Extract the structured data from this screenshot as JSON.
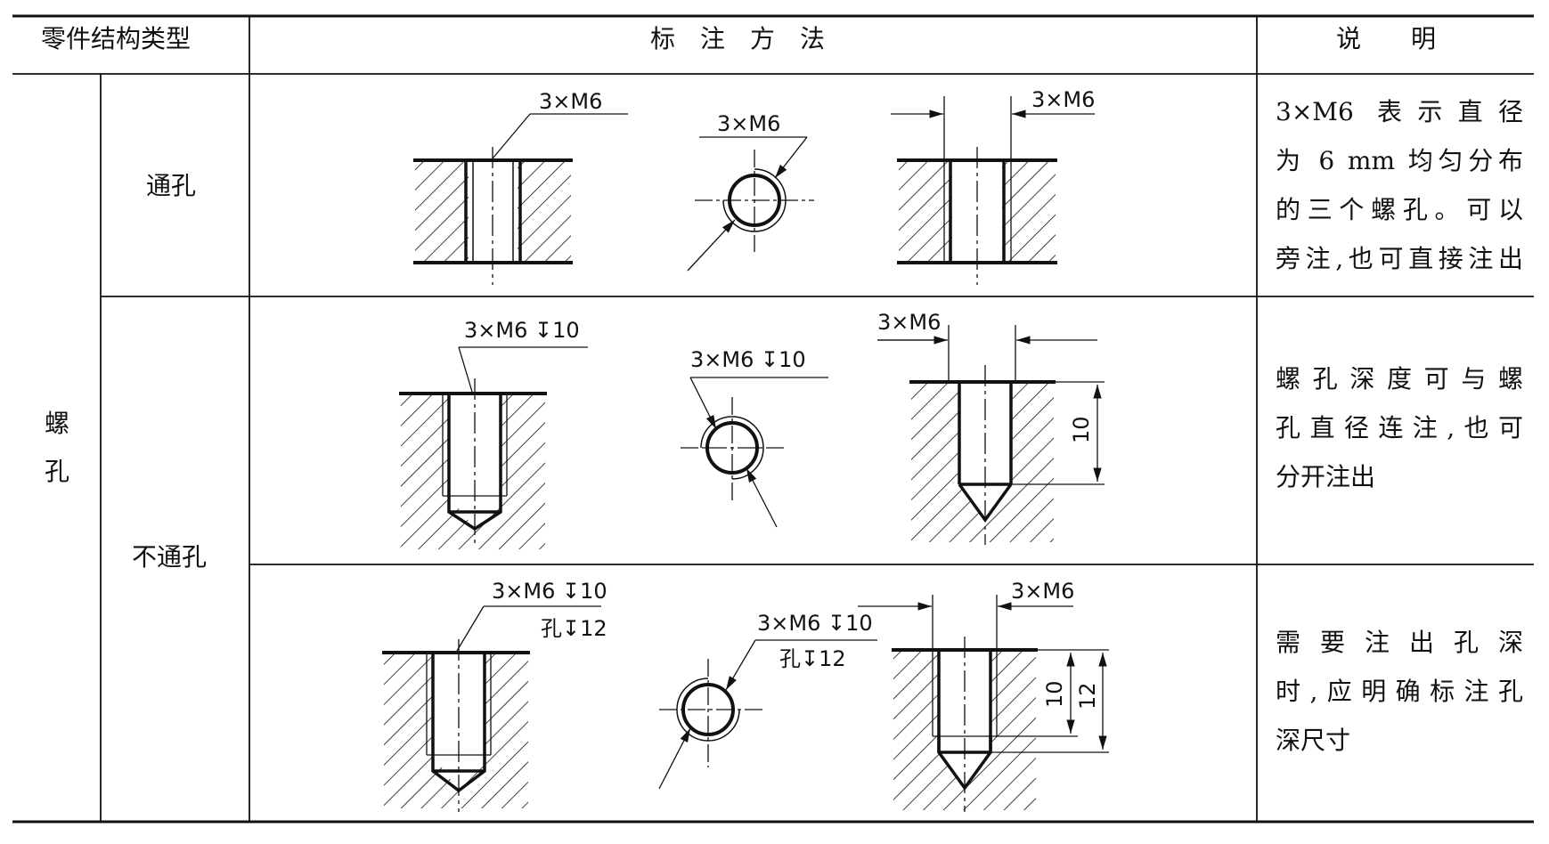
{
  "headers": {
    "col_type": "零件结构类型",
    "col_method": "标　注　方　法",
    "col_note": "说　　明"
  },
  "category": {
    "char1": "螺",
    "char2": "孔"
  },
  "rows": [
    {
      "subtype": "通孔",
      "note_lines": [
        "3×M6 表示直径",
        "为 6 mm 均匀分布",
        "的三个螺孔。可以",
        "旁注,也可直接注出"
      ],
      "labels": {
        "a": "3×M6",
        "b": "3×M6",
        "c": "3×M6"
      }
    },
    {
      "subtype": "不通孔",
      "note_lines": [
        "螺孔深度可与螺",
        "孔直径连注,也可",
        "分开注出"
      ],
      "labels": {
        "a": "3×M6 ↧10",
        "b": "3×M6 ↧10",
        "c": "3×M6",
        "depth": "10"
      }
    },
    {
      "subtype": "",
      "note_lines": [
        "需要注出孔深",
        "时,应明确标注孔",
        "深尺寸"
      ],
      "labels": {
        "a1": "3×M6 ↧10",
        "a2": "孔↧12",
        "b1": "3×M6 ↧10",
        "b2": "孔↧12",
        "c": "3×M6",
        "depth1": "10",
        "depth2": "12"
      }
    }
  ]
}
